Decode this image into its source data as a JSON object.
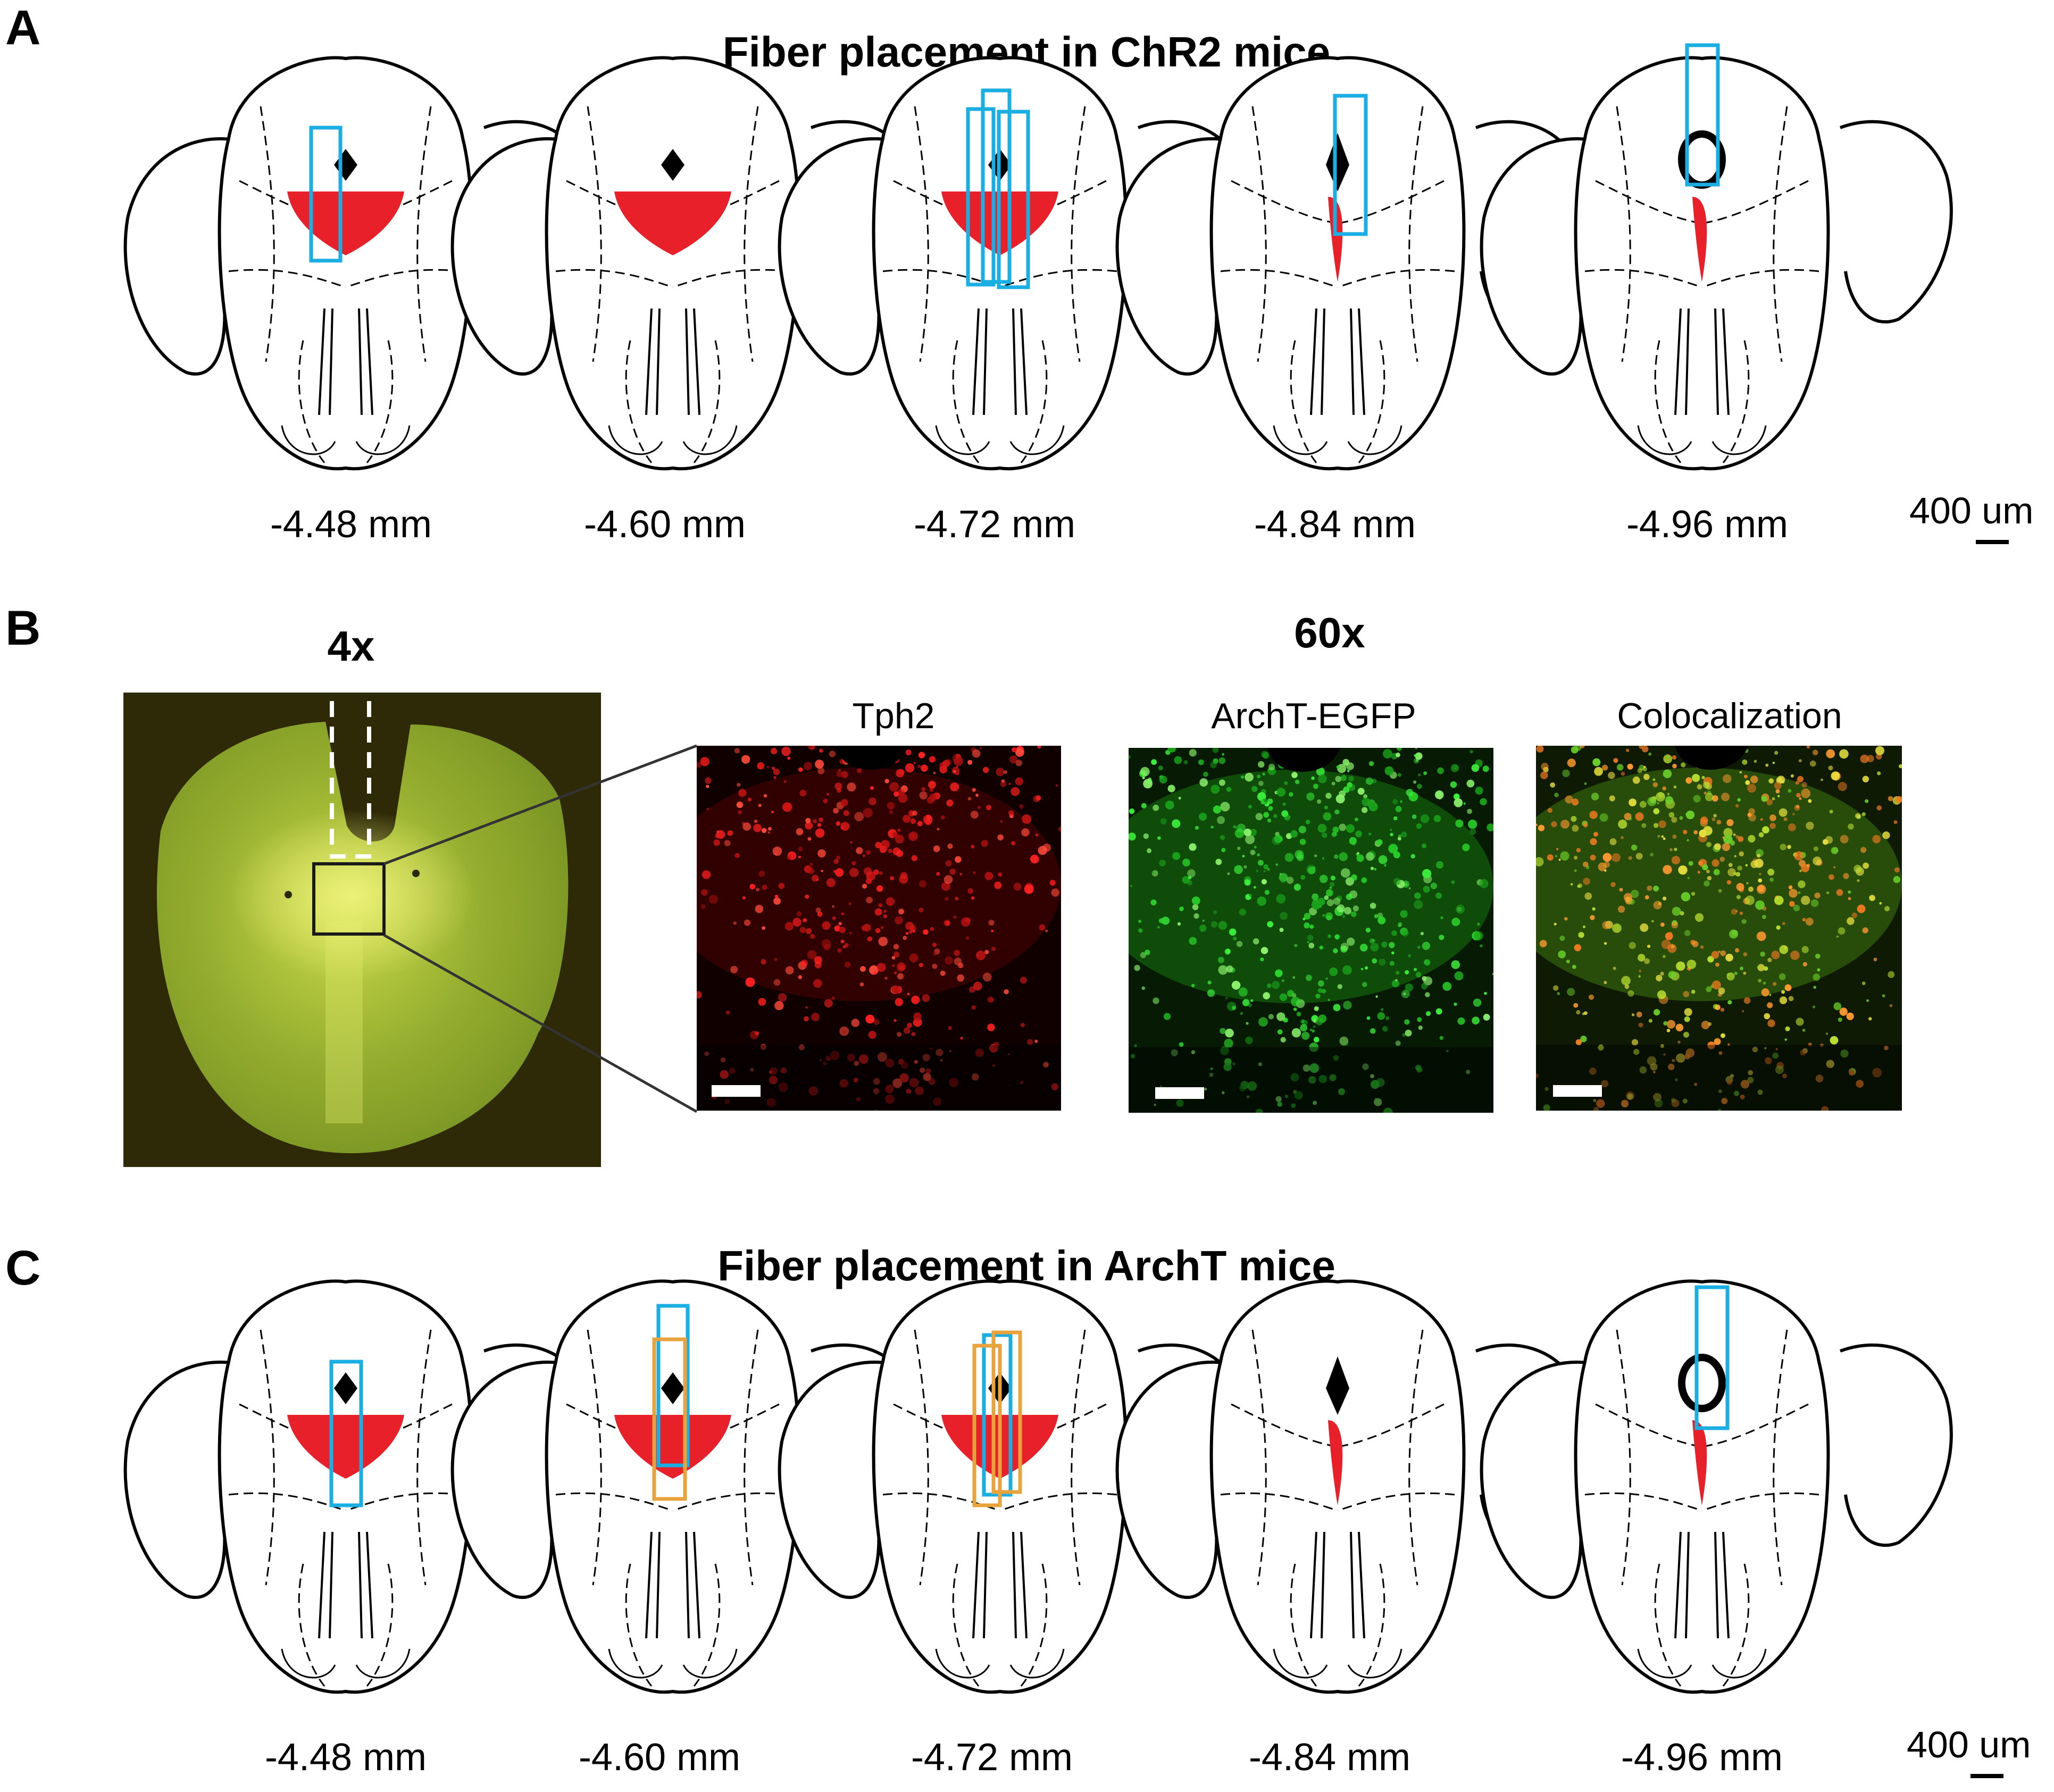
{
  "panels": {
    "a": {
      "letter": "A",
      "title": "Fiber placement in ChR2 mice",
      "coordinates": [
        "-4.48 mm",
        "-4.60 mm",
        "-4.72 mm",
        "-4.84 mm",
        "-4.96 mm"
      ],
      "scale_label": "400 um"
    },
    "b": {
      "letter": "B",
      "mag_low": "4x",
      "mag_high": "60x",
      "image_labels": [
        "Tph2",
        "ArchT-EGFP",
        "Colocalization"
      ]
    },
    "c": {
      "letter": "C",
      "title": "Fiber placement in ArchT mice",
      "coordinates": [
        "-4.48 mm",
        "-4.60 mm",
        "-4.72 mm",
        "-4.84 mm",
        "-4.96 mm"
      ],
      "scale_label": "400 um"
    }
  },
  "colors": {
    "target_region": "#e8202a",
    "fiber_chr2": "#1aaee3",
    "fiber_archt_orange": "#e8a33c",
    "tph2_channel": "#e01818",
    "egfp_channel": "#2ad42a"
  }
}
